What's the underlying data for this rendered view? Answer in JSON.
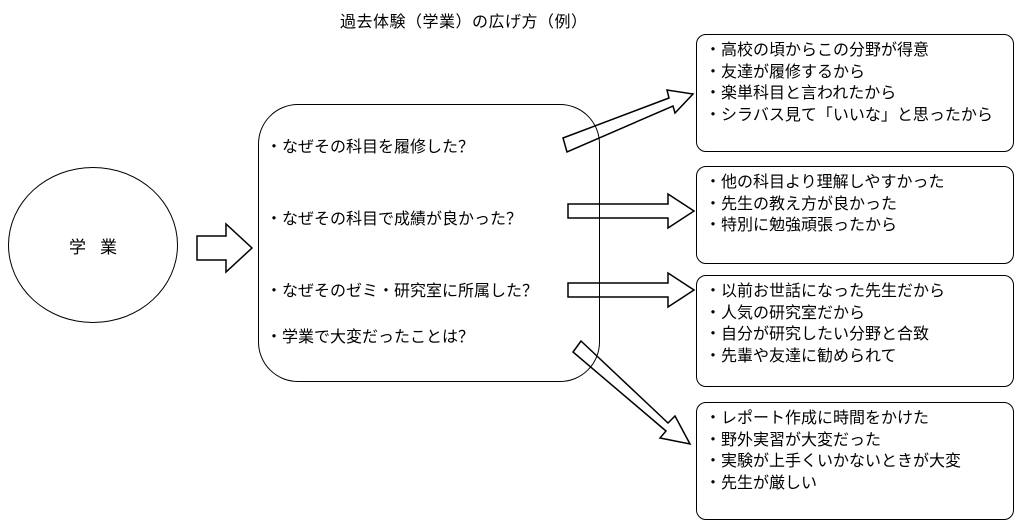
{
  "title": "過去体験（学業）の広げ方（例）",
  "center_node": "学業",
  "questions": [
    "・なぜその科目を履修した？",
    "・なぜその科目で成績が良かった？",
    "・なぜそのゼミ・研究室に所属した？",
    "・学業で大変だったことは？"
  ],
  "answer_groups": [
    {
      "items": [
        "・高校の頃からこの分野が得意",
        "・友達が履修するから",
        "・楽単科目と言われたから",
        "・シラバス見て「いいな」と思ったから"
      ]
    },
    {
      "items": [
        "・他の科目より理解しやすかった",
        "・先生の教え方が良かった",
        "・特別に勉強頑張ったから"
      ]
    },
    {
      "items": [
        "・以前お世話になった先生だから",
        "・人気の研究室だから",
        "・自分が研究したい分野と合致",
        "・先輩や友達に勧められて"
      ]
    },
    {
      "items": [
        "・レポート作成に時間をかけた",
        "・野外実習が大変だった",
        "・実験が上手くいかないときが大変",
        "・先生が厳しい"
      ]
    }
  ],
  "colors": {
    "stroke": "#000000",
    "background": "#ffffff"
  }
}
